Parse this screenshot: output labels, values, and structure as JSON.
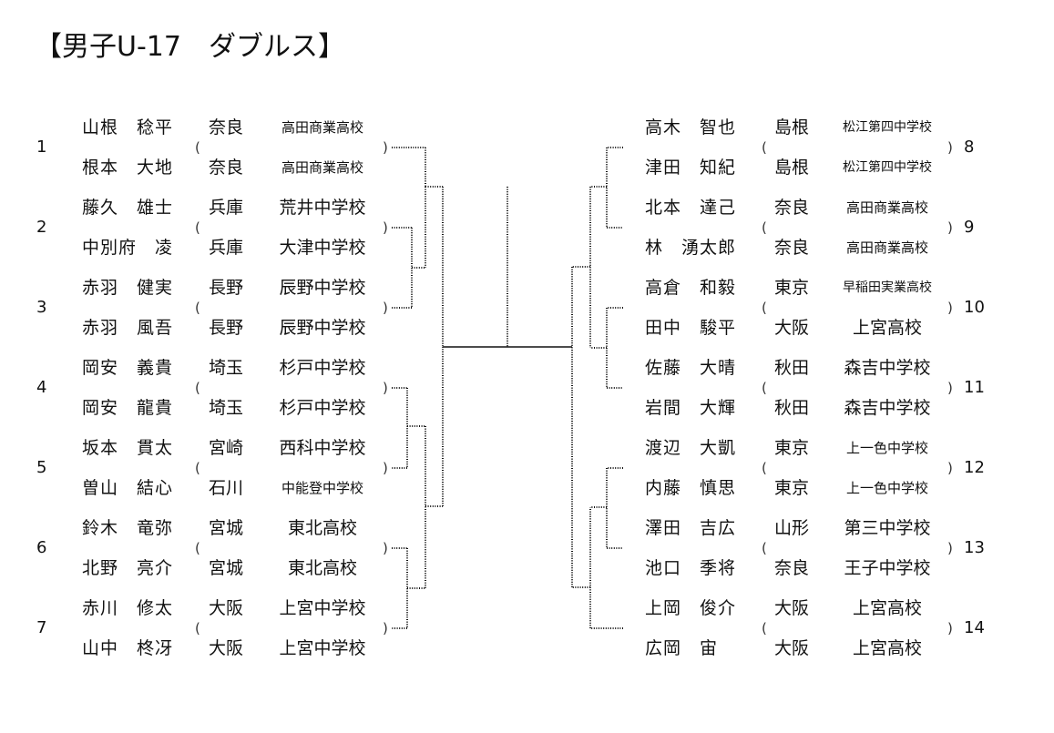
{
  "title": "【男子U-17　ダブルス】",
  "left_pairs": [
    {
      "seed": "1",
      "players": [
        {
          "name": "山根　稔平",
          "pref": "奈良",
          "school": "高田商業高校"
        },
        {
          "name": "根本　大地",
          "pref": "奈良",
          "school": "高田商業高校"
        }
      ]
    },
    {
      "seed": "2",
      "players": [
        {
          "name": "藤久　雄士",
          "pref": "兵庫",
          "school": "荒井中学校"
        },
        {
          "name": "中別府　凌",
          "pref": "兵庫",
          "school": "大津中学校"
        }
      ]
    },
    {
      "seed": "3",
      "players": [
        {
          "name": "赤羽　健実",
          "pref": "長野",
          "school": "辰野中学校"
        },
        {
          "name": "赤羽　風吾",
          "pref": "長野",
          "school": "辰野中学校"
        }
      ]
    },
    {
      "seed": "4",
      "players": [
        {
          "name": "岡安　義貴",
          "pref": "埼玉",
          "school": "杉戸中学校"
        },
        {
          "name": "岡安　龍貴",
          "pref": "埼玉",
          "school": "杉戸中学校"
        }
      ]
    },
    {
      "seed": "5",
      "players": [
        {
          "name": "坂本　貫太",
          "pref": "宮崎",
          "school": "西科中学校"
        },
        {
          "name": "曽山　結心",
          "pref": "石川",
          "school": "中能登中学校"
        }
      ]
    },
    {
      "seed": "6",
      "players": [
        {
          "name": "鈴木　竜弥",
          "pref": "宮城",
          "school": "東北高校"
        },
        {
          "name": "北野　亮介",
          "pref": "宮城",
          "school": "東北高校"
        }
      ]
    },
    {
      "seed": "7",
      "players": [
        {
          "name": "赤川　修太",
          "pref": "大阪",
          "school": "上宮中学校"
        },
        {
          "name": "山中　柊冴",
          "pref": "大阪",
          "school": "上宮中学校"
        }
      ]
    }
  ],
  "right_pairs": [
    {
      "seed": "8",
      "players": [
        {
          "name": "高木　智也",
          "pref": "島根",
          "school": "松江第四中学校"
        },
        {
          "name": "津田　知紀",
          "pref": "島根",
          "school": "松江第四中学校"
        }
      ]
    },
    {
      "seed": "9",
      "players": [
        {
          "name": "北本　達己",
          "pref": "奈良",
          "school": "高田商業高校"
        },
        {
          "name": "林　湧太郎",
          "pref": "奈良",
          "school": "高田商業高校"
        }
      ]
    },
    {
      "seed": "10",
      "players": [
        {
          "name": "高倉　和毅",
          "pref": "東京",
          "school": "早稲田実業高校"
        },
        {
          "name": "田中　駿平",
          "pref": "大阪",
          "school": "上宮高校"
        }
      ]
    },
    {
      "seed": "11",
      "players": [
        {
          "name": "佐藤　大晴",
          "pref": "秋田",
          "school": "森吉中学校"
        },
        {
          "name": "岩間　大輝",
          "pref": "秋田",
          "school": "森吉中学校"
        }
      ]
    },
    {
      "seed": "12",
      "players": [
        {
          "name": "渡辺　大凱",
          "pref": "東京",
          "school": "上一色中学校"
        },
        {
          "name": "内藤　慎思",
          "pref": "東京",
          "school": "上一色中学校"
        }
      ]
    },
    {
      "seed": "13",
      "players": [
        {
          "name": "澤田　吉広",
          "pref": "山形",
          "school": "第三中学校"
        },
        {
          "name": "池口　季将",
          "pref": "奈良",
          "school": "王子中学校"
        }
      ]
    },
    {
      "seed": "14",
      "players": [
        {
          "name": "上岡　俊介",
          "pref": "大阪",
          "school": "上宮高校"
        },
        {
          "name": "広岡　宙",
          "pref": "大阪",
          "school": "上宮高校"
        }
      ]
    }
  ],
  "paren_open": "(",
  "paren_close": ")"
}
